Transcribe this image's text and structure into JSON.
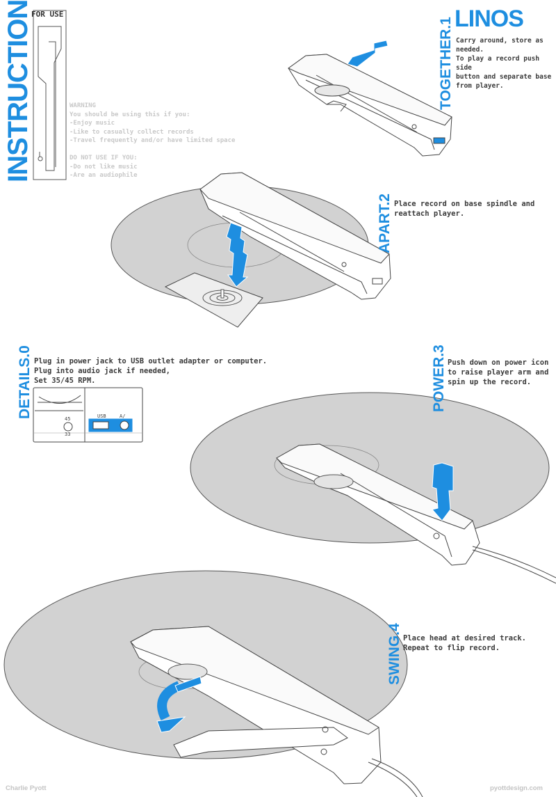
{
  "header": {
    "title": "INSTRUCTIONS",
    "subtitle": "FOR USE",
    "brand": "LINOS"
  },
  "warning": {
    "heading": "WARNING",
    "should_intro": "You should be using this if you:",
    "should_items": [
      "-Enjoy music",
      "-Like to casually collect records",
      "-Travel frequently and/or have limited space"
    ],
    "donot_heading": "DO NOT USE IF YOU:",
    "donot_items": [
      "-Do not like music",
      "-Are an audiophile"
    ]
  },
  "steps": [
    {
      "label": "TOGETHER.1",
      "text": "Carry around, store as needed.\nTo play a record push side\nbutton and separate base\nfrom player."
    },
    {
      "label": "APART.2",
      "text": "Place record on base spindle and\nreattach player."
    },
    {
      "label": "DETAILS.0",
      "text": "Plug in power jack to USB outlet adapter or computer.\nPlug into audio jack if needed,\nSet 35/45 RPM."
    },
    {
      "label": "POWER.3",
      "text": "Push down on power icon\nto raise player arm and\nspin up the record."
    },
    {
      "label": "SWING.4",
      "text": "Place head at desired track.\nRepeat to flip record."
    }
  ],
  "details_panel": {
    "rpm_45": "45",
    "rpm_33": "33",
    "usb_label": "USB",
    "audio_label": "A/"
  },
  "footer": {
    "author": "Charlie Pyott",
    "website": "pyottdesign.com"
  },
  "colors": {
    "accent": "#1e8ee0",
    "record": "#d2d2d2",
    "line": "#555555"
  }
}
